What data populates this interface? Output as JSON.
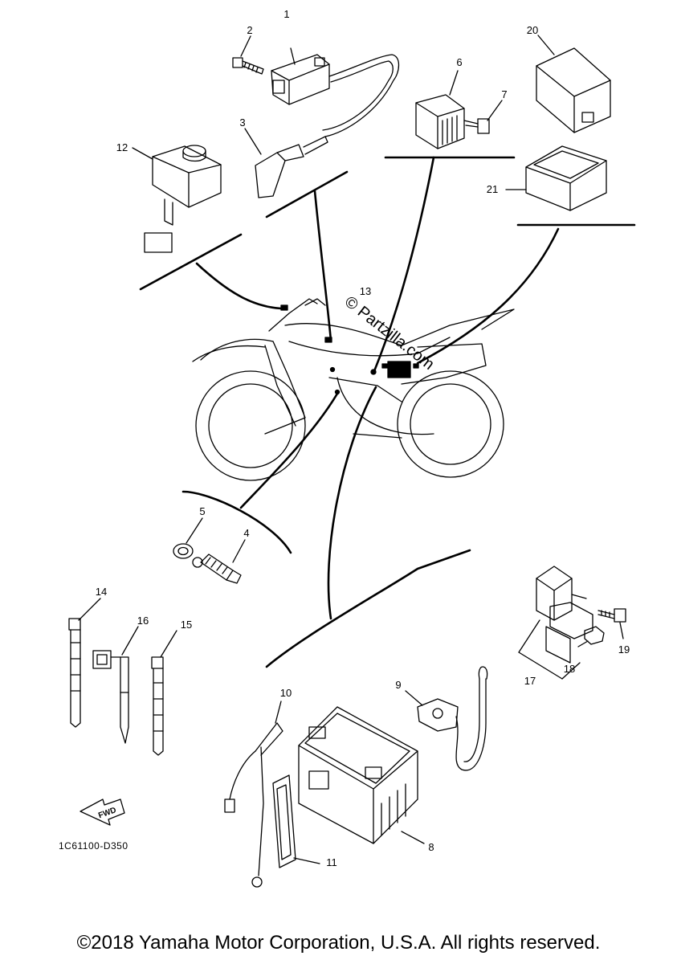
{
  "callouts": [
    "1",
    "2",
    "3",
    "4",
    "5",
    "6",
    "7",
    "8",
    "9",
    "10",
    "11",
    "12",
    "13",
    "14",
    "15",
    "16",
    "17",
    "18",
    "19",
    "20",
    "21"
  ],
  "diagram_code": "1C61100-D350",
  "fwd_label": "FWD",
  "watermark": "© Partzilla.com",
  "footer": "©2018 Yamaha Motor Corporation, U.S.A. All rights reserved."
}
